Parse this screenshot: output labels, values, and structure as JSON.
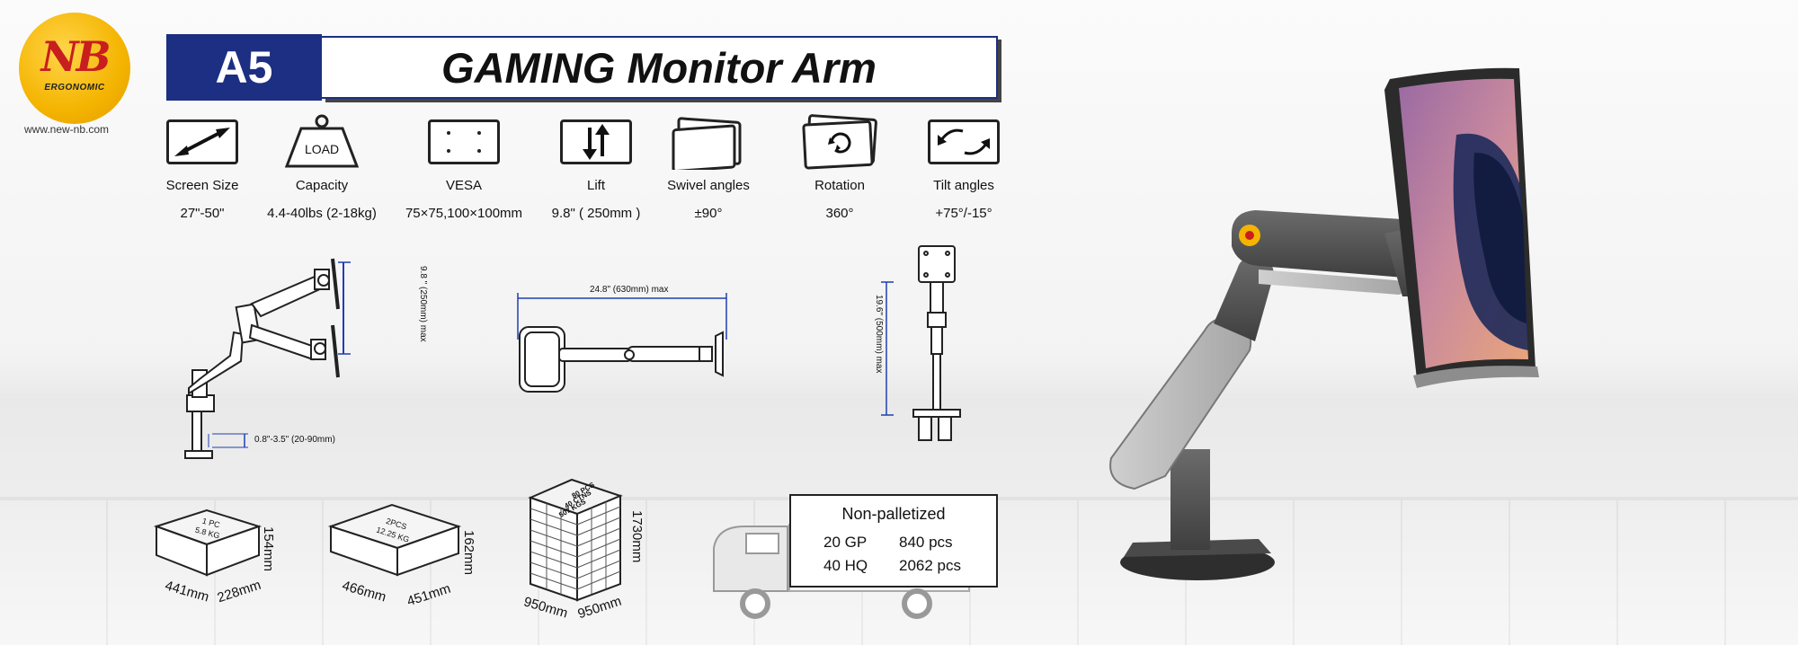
{
  "brand": {
    "logo_text": "NB",
    "logo_subtext": "ERGONOMIC",
    "website": "www.new-nb.com"
  },
  "title": {
    "model": "A5",
    "product": "GAMING Monitor Arm"
  },
  "specs": [
    {
      "icon": "diagonal-arrow-icon",
      "label": "Screen Size",
      "value": "27\"-50\""
    },
    {
      "icon": "weight-icon",
      "label": "Capacity",
      "value": "4.4-40lbs (2-18kg)",
      "icon_text": "LOAD"
    },
    {
      "icon": "vesa-icon",
      "label": "VESA",
      "value": "75×75,100×100mm"
    },
    {
      "icon": "lift-arrows-icon",
      "label": "Lift",
      "value": "9.8\" ( 250mm )"
    },
    {
      "icon": "swivel-icon",
      "label": "Swivel angles",
      "value": "±90°"
    },
    {
      "icon": "rotation-icon",
      "label": "Rotation",
      "value": "360°"
    },
    {
      "icon": "tilt-icon",
      "label": "Tilt angles",
      "value": "+75°/-15°"
    }
  ],
  "dimensions": {
    "lift_range": "9.8 \" (250mm) max",
    "clamp_range": "0.8\"-3.5\" (20-90mm)",
    "reach": "24.8\" (630mm) max",
    "height": "19.6\" (500mm) max"
  },
  "packages": [
    {
      "box_text": [
        "1 PC",
        "5.8 KG"
      ],
      "length": "441mm",
      "width": "228mm",
      "height": "154mm"
    },
    {
      "box_text": [
        "2PCS",
        "12.25 KG"
      ],
      "length": "466mm",
      "width": "451mm",
      "height": "162mm"
    },
    {
      "box_text": [
        "80 PCS",
        "40 CTNS",
        "507 KGS"
      ],
      "length": "950mm",
      "width": "950mm",
      "height": "1730mm"
    }
  ],
  "shipping": {
    "title": "Non-palletized",
    "rows": [
      {
        "container": "20 GP",
        "qty": "840 pcs"
      },
      {
        "container": "40 HQ",
        "qty": "2062 pcs"
      }
    ]
  },
  "colors": {
    "brand_blue": "#1c2f82",
    "logo_yellow": "#f4b400",
    "logo_red": "#c81e1e",
    "dimension_blue": "#1f3fb0"
  }
}
